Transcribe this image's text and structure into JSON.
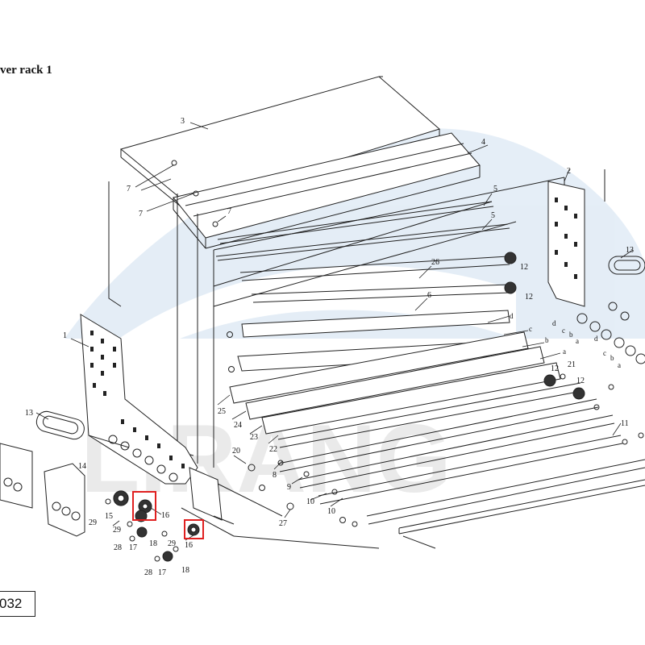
{
  "diagram": {
    "title": "ver rack 1",
    "watermark": "LIRANG",
    "code": "032",
    "highlight_color": "#e02020",
    "labels": {
      "n1": "1",
      "n2": "2",
      "n3": "3",
      "n4": "4",
      "n5": "5",
      "n6": "6",
      "n7": "7",
      "n8": "8",
      "n9": "9",
      "n10": "10",
      "n11": "11",
      "n12": "12",
      "n13": "13",
      "n14": "14",
      "n15": "15",
      "n16": "16",
      "n17": "17",
      "n18": "18",
      "n20": "20",
      "n21": "21",
      "n22": "22",
      "n23": "23",
      "n24": "24",
      "n25": "25",
      "n26": "26",
      "n27": "27",
      "n28": "28",
      "n29": "29",
      "a": "a",
      "b": "b",
      "c": "c",
      "d": "d"
    }
  }
}
